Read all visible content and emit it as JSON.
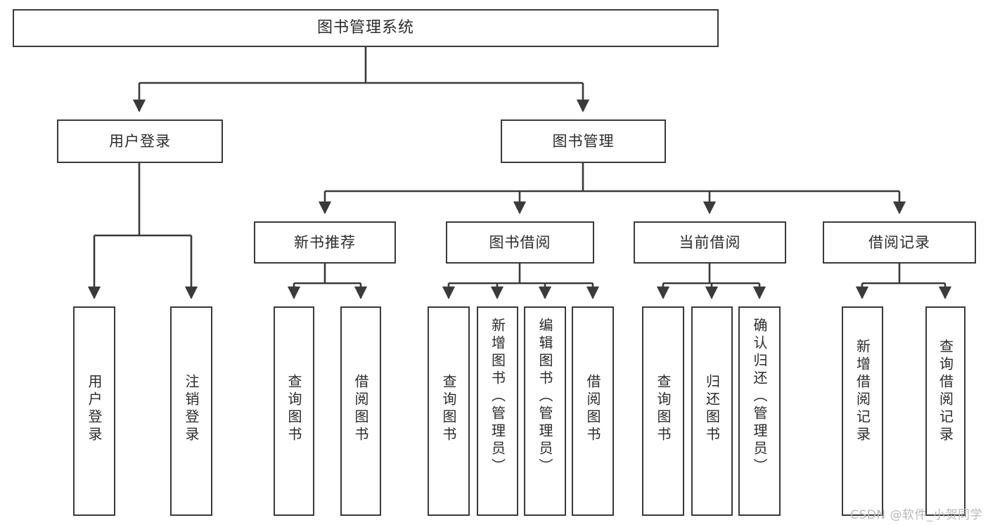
{
  "diagram": {
    "title": "图书管理系统",
    "type": "tree-hierarchy-chart",
    "stroke_color": "#3a3a3a",
    "background_color": "#ffffff",
    "text_color": "#2b2b2b",
    "root": {
      "label": "图书管理系统"
    },
    "level2": [
      {
        "label": "用户登录"
      },
      {
        "label": "图书管理"
      }
    ],
    "level3": [
      {
        "label": "新书推荐"
      },
      {
        "label": "图书借阅"
      },
      {
        "label": "当前借阅"
      },
      {
        "label": "借阅记录"
      }
    ],
    "leaves": {
      "user_login": [
        {
          "label": "用户登录"
        },
        {
          "label": "注销登录"
        }
      ],
      "new_book_recommend": [
        {
          "label": "查询图书"
        },
        {
          "label": "借阅图书"
        }
      ],
      "book_borrow": [
        {
          "label": "查询图书"
        },
        {
          "label": "新增图书（管理员）"
        },
        {
          "label": "编辑图书（管理员）"
        },
        {
          "label": "借阅图书"
        }
      ],
      "current_borrow": [
        {
          "label": "查询图书"
        },
        {
          "label": "归还图书"
        },
        {
          "label": "确认归还（管理员）"
        }
      ],
      "borrow_records": [
        {
          "label": "新增借阅记录"
        },
        {
          "label": "查询借阅记录"
        }
      ]
    }
  },
  "watermark": {
    "text": "CSDN @软件_小贺同学"
  }
}
